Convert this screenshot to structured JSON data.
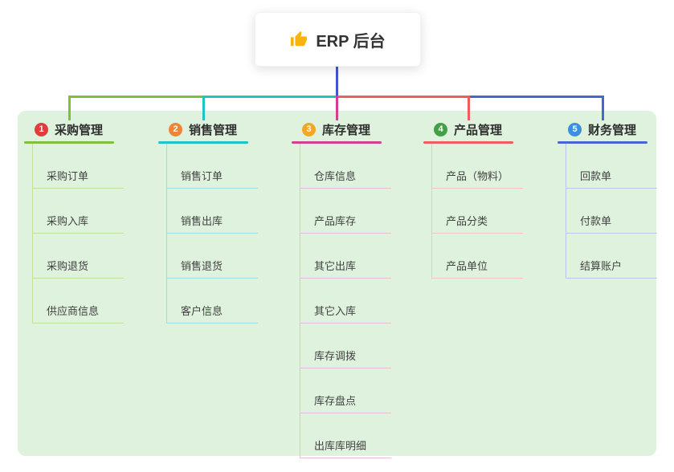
{
  "root": {
    "icon": "thumbs-up-icon",
    "label": "ERP 后台"
  },
  "colors": {
    "root_line": "#4455cc",
    "panel_bg": "#def2dd",
    "icon_gold": "#f7b30e"
  },
  "branches": [
    {
      "num": "1",
      "label": "采购管理",
      "badge_color": "#e23c3c",
      "line_color": "#7fbf3f",
      "sub_line_color": "#bfe39a",
      "children": [
        "采购订单",
        "采购入库",
        "采购退货",
        "供应商信息"
      ]
    },
    {
      "num": "2",
      "label": "销售管理",
      "badge_color": "#f08437",
      "line_color": "#1ec3c3",
      "sub_line_color": "#9fdede",
      "children": [
        "销售订单",
        "销售出库",
        "销售退货",
        "客户信息"
      ]
    },
    {
      "num": "3",
      "label": "库存管理",
      "badge_color": "#f5a623",
      "line_color": "#d23f8f",
      "sub_line_color": "#eebbd6",
      "children": [
        "仓库信息",
        "产品库存",
        "其它出库",
        "其它入库",
        "库存调拨",
        "库存盘点",
        "出库库明细"
      ]
    },
    {
      "num": "4",
      "label": "产品管理",
      "badge_color": "#43a047",
      "line_color": "#ef5d5d",
      "sub_line_color": "#f6c3c3",
      "children": [
        "产品（物料）",
        "产品分类",
        "产品单位"
      ]
    },
    {
      "num": "5",
      "label": "财务管理",
      "badge_color": "#3d8fe0",
      "line_color": "#4667d2",
      "sub_line_color": "#b9c5ec",
      "children": [
        "回款单",
        "付款单",
        "结算账户"
      ]
    }
  ]
}
